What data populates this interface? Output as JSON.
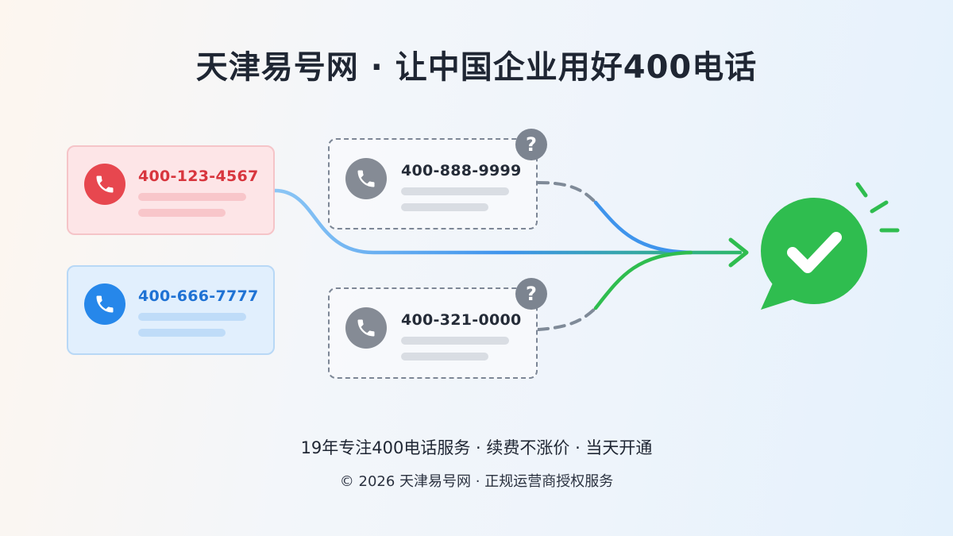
{
  "title": "天津易号网 · 让中国企业用好400电话",
  "cards": {
    "red": {
      "number": "400-123-4567",
      "icon": "phone-icon",
      "accent": "#e7474f"
    },
    "blue": {
      "number": "400-666-7777",
      "icon": "phone-icon",
      "accent": "#2687ea"
    },
    "gray_top": {
      "number": "400-888-9999",
      "icon": "phone-icon",
      "badge": "?"
    },
    "gray_bottom": {
      "number": "400-321-0000",
      "icon": "phone-icon",
      "badge": "?"
    }
  },
  "result": {
    "icon": "check-chat-bubble-icon",
    "color": "#2fbd4f"
  },
  "tagline": "19年专注400电话服务 · 续费不涨价 · 当天开通",
  "footer": "© 2026 天津易号网 · 正规运营商授权服务"
}
